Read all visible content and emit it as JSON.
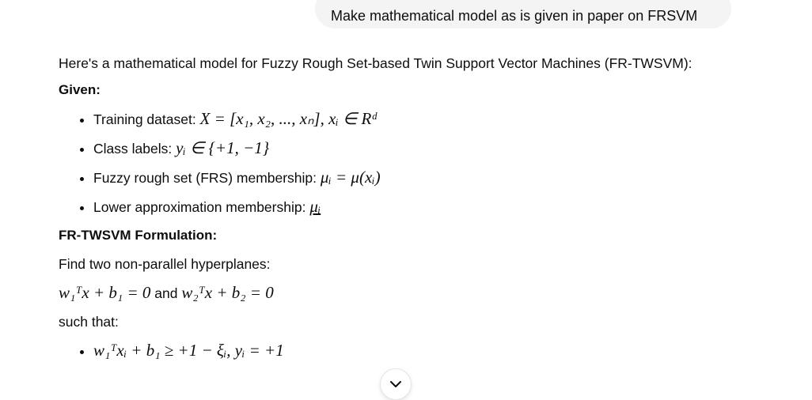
{
  "user_message": "Make mathematical model as is given in paper on FRSVM",
  "response": {
    "intro": "Here's a mathematical model for Fuzzy Rough Set-based Twin Support Vector Machines (FR-TWSVM):",
    "given_heading": "Given:",
    "given_items": [
      {
        "label": "Training dataset: ",
        "math": "X = [x₁, x₂, ..., xₙ], xᵢ ∈ Rᵈ"
      },
      {
        "label": "Class labels: ",
        "math": "yᵢ ∈ {+1, −1}"
      },
      {
        "label": "Fuzzy rough set (FRS) membership: ",
        "math": "μᵢ = μ(xᵢ)"
      },
      {
        "label": "Lower approximation membership: ",
        "math": "μᵢ"
      }
    ],
    "formulation_heading": "FR-TWSVM Formulation:",
    "find_text": "Find two non-parallel hyperplanes:",
    "hyperplane1": "w₁ᵀx + b₁ = 0",
    "and_text": " and ",
    "hyperplane2": "w₂ᵀx + b₂ = 0",
    "such_that": "such that:",
    "constraints": [
      "w₁ᵀxᵢ + b₁ ≥ +1 − ξᵢ, yᵢ = +1"
    ]
  }
}
